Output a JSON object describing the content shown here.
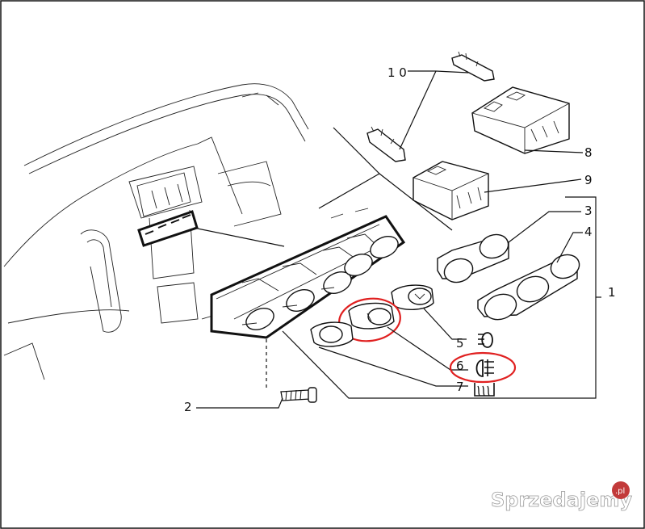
{
  "callouts": {
    "c1": "1",
    "c2": "2",
    "c3": "3",
    "c4": "4",
    "c5": "5",
    "c6": "6",
    "c7": "7",
    "c8": "8",
    "c9": "9",
    "c10": "1 0"
  },
  "icons": {
    "part5_symbol": "front-fog-lamp-icon",
    "part6_symbol": "rear-fog-lamp-icon",
    "part7_symbol": "rear-window-defroster-icon"
  },
  "highlight_color": "#e02020",
  "watermark": {
    "text": "Sprzedajemy",
    "badge": ".pl"
  }
}
